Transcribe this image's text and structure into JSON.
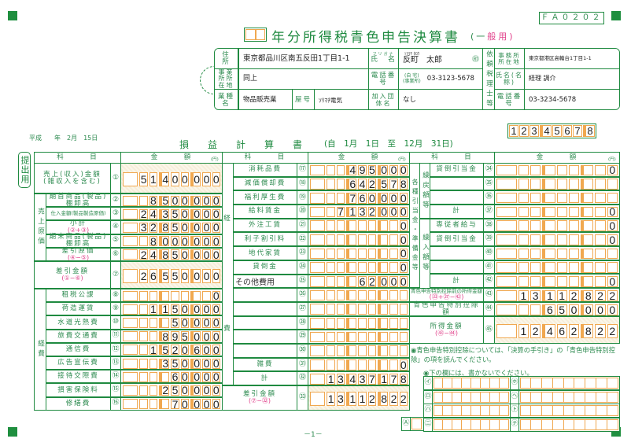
{
  "form_code": "ＦＡ０２０２",
  "title": "年分所得税青色申告決算書",
  "title_paren_a": "(一",
  "title_paren_b": "般用)",
  "header": {
    "address_label": "住　所",
    "address": "東京都品川区南五反田1丁目1-1",
    "furigana_label": "フリガナ",
    "name_label": "氏　名",
    "name_kana": "ｿﾘﾏﾁ ﾀﾛｳ",
    "name": "反町　太郎",
    "seal": "㊞",
    "office_label": "事業所所在地",
    "office": "同上",
    "phone_label": "電話番号",
    "home_label": "(自 宅)",
    "office_phone_label": "(事業所)",
    "phone": "03-3123-5678",
    "industry_label": "業種名",
    "industry": "物品販売業",
    "trade_label": "屋号",
    "trade_name": "ｿﾘﾏﾁ電気",
    "assoc_label": "加入団体名",
    "assoc": "なし",
    "tax_label": "依頼税理士等",
    "tax_addr_label": "事務所所在地",
    "tax_addr": "東京都港区高輪台1丁目1-1",
    "tax_name_label": "氏名(名称)",
    "tax_name": "経理 調介",
    "tax_phone_label": "電話番号",
    "tax_phone": "03-3234-5678"
  },
  "date_text": "平成　　年　2月　15日",
  "pl_title": "損　　益　　計　　算　　書",
  "period": "(自　1月　1日　至　12月　31日)",
  "id_number": "12345678",
  "submit_label": "提出用",
  "col_item": "科　　　目",
  "col_amount": "金　　　額",
  "col_unit": "(円)",
  "left": {
    "group_cost": "売上原価",
    "group_exp": "経費",
    "rows": [
      {
        "num": "①",
        "label": "売上(収入)金額",
        "label2": "(雑収入を含む)",
        "amount": "51400000"
      },
      {
        "num": "②",
        "label": "期首商品(製品)",
        "label2": "棚卸高",
        "amount": "8500000"
      },
      {
        "num": "③",
        "label": "仕入金額(製品製造原価)",
        "amount": "24350000"
      },
      {
        "num": "④",
        "label": "小計",
        "formula": "(②+③)",
        "amount": "32850000"
      },
      {
        "num": "⑤",
        "label": "期末商品(製品)",
        "label2": "棚卸高",
        "amount": "8000000"
      },
      {
        "num": "⑥",
        "label": "差引原価",
        "formula": "(④−⑤)",
        "amount": "24850000"
      },
      {
        "num": "⑦",
        "label": "差引金額",
        "formula": "(①−⑥)",
        "amount": "26550000"
      },
      {
        "num": "⑧",
        "label": "租税公課",
        "amount": "0"
      },
      {
        "num": "⑨",
        "label": "荷造運賃",
        "amount": "1150000"
      },
      {
        "num": "⑩",
        "label": "水道光熱費",
        "amount": "50000"
      },
      {
        "num": "⑪",
        "label": "旅費交通費",
        "amount": "895000"
      },
      {
        "num": "⑫",
        "label": "通信費",
        "amount": "1520600"
      },
      {
        "num": "⑬",
        "label": "広告宣伝費",
        "amount": "350000"
      },
      {
        "num": "⑭",
        "label": "接待交際費",
        "amount": "60000"
      },
      {
        "num": "⑮",
        "label": "損害保険料",
        "amount": "250000"
      },
      {
        "num": "⑯",
        "label": "修繕費",
        "amount": "70000"
      }
    ]
  },
  "middle": {
    "group_a": "経",
    "group_b": "費",
    "rows": [
      {
        "num": "⑰",
        "label": "消耗品費",
        "amount": "495000"
      },
      {
        "num": "⑱",
        "label": "減価償却費",
        "amount": "642578"
      },
      {
        "num": "⑲",
        "label": "福利厚生費",
        "amount": "760000"
      },
      {
        "num": "⑳",
        "label": "給料賃金",
        "amount": "7132000"
      },
      {
        "num": "㉑",
        "label": "外注工賃",
        "amount": "0"
      },
      {
        "num": "㉒",
        "label": "利子割引料",
        "amount": "0"
      },
      {
        "num": "㉓",
        "label": "地代家賃",
        "amount": "0"
      },
      {
        "num": "㉔",
        "label": "貸倒金",
        "amount": "0"
      },
      {
        "num": "㉕",
        "label": "その他費用",
        "amount": "62000"
      },
      {
        "num": "㉖",
        "label": "",
        "amount": ""
      },
      {
        "num": "㉗",
        "label": "",
        "amount": ""
      },
      {
        "num": "㉘",
        "label": "",
        "amount": ""
      },
      {
        "num": "㉙",
        "label": "",
        "amount": ""
      },
      {
        "num": "㉚",
        "label": "",
        "amount": ""
      },
      {
        "num": "㉛",
        "label": "雑費",
        "amount": "0"
      },
      {
        "num": "㉜",
        "label": "計",
        "amount": "13437178"
      },
      {
        "num": "㉝",
        "label": "差引金額",
        "formula": "(⑦−㉜)",
        "amount": "13112822"
      }
    ]
  },
  "right": {
    "group": "各種引当金・準備金等",
    "sub_a": "繰戻額等",
    "sub_b": "繰入額等",
    "rows": [
      {
        "num": "㉞",
        "label": "貸倒引当金",
        "amount": "0"
      },
      {
        "num": "㉟",
        "label": "",
        "amount": ""
      },
      {
        "num": "㊱",
        "label": "",
        "amount": ""
      },
      {
        "num": "㊲",
        "label": "計",
        "amount": "0"
      },
      {
        "num": "㊳",
        "label": "専従者給与",
        "amount": "0"
      },
      {
        "num": "㊴",
        "label": "貸倒引当金",
        "amount": "0"
      },
      {
        "num": "㊵",
        "label": "",
        "amount": ""
      },
      {
        "num": "㊶",
        "label": "",
        "amount": ""
      },
      {
        "num": "㊷",
        "label": "計",
        "amount": "0"
      },
      {
        "num": "㊸",
        "label": "青色申告特別控除前の所得金額",
        "formula": "(㉝+㊲−㊷)",
        "amount": "13112822"
      },
      {
        "num": "㊹",
        "label": "青色申告特別控除額",
        "amount": "650000"
      },
      {
        "num": "㊺",
        "label": "所得金額",
        "formula": "(㊸−㊹)",
        "amount": "12462822"
      }
    ]
  },
  "note1": "◉青色申告特別控除については、「決算の手引き」の「青色申告特別控除」の項を読んでください。",
  "note2": "◉下の欄には、書かないでください。",
  "office_use": {
    "a": "Ⓐ",
    "left": [
      "㋑",
      "㋺",
      "㋩",
      "㋥"
    ],
    "right": [
      "㋭",
      "㋬",
      "㋣",
      "㋠"
    ]
  },
  "page_number": "－1－",
  "colors": {
    "green": "#1f8a40",
    "orange": "#f0a850",
    "pink": "#e0408a"
  }
}
